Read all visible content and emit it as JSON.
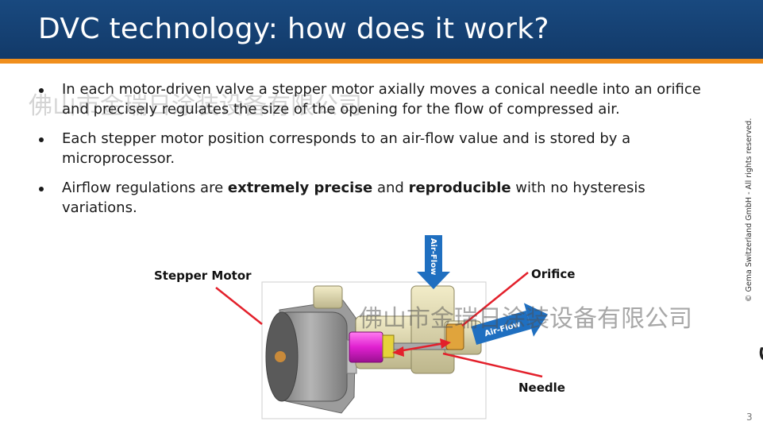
{
  "slide": {
    "title": "DVC technology: how does it work?",
    "bullets": [
      {
        "text": "In each motor-driven valve a stepper motor axially moves a conical needle into an orifice and precisely regulates the size of the opening for the flow of compressed air."
      },
      {
        "pre": "Airflow regulations are ",
        "bold1": "extremely precise",
        "mid": " and ",
        "bold2": "reproducible",
        "post": " with no hysteresis variations."
      }
    ],
    "bullet2": "Each stepper motor position corresponds to an air-flow value and is stored by a microprocessor.",
    "page_number": "3"
  },
  "diagram": {
    "labels": {
      "stepper_motor": "Stepper Motor",
      "orifice": "Orifice",
      "needle": "Needle",
      "air_flow_in": "Air-Flow",
      "air_flow_out": "Air-Flow"
    }
  },
  "branding": {
    "copyright": "© Gema Switzerland GmbH - All rights reserved.",
    "logo": "Gema"
  },
  "watermarks": {
    "top": "佛山市金瑞日涂装设备有限公司",
    "middle": "佛山市金瑞日涂装设备有限公司"
  },
  "colors": {
    "header_blue": "#19497f",
    "accent_orange": "#f08f1d",
    "arrow_blue": "#1f6fc0",
    "pointer_red": "#e3202b",
    "needle_magenta": "#e020d0"
  }
}
